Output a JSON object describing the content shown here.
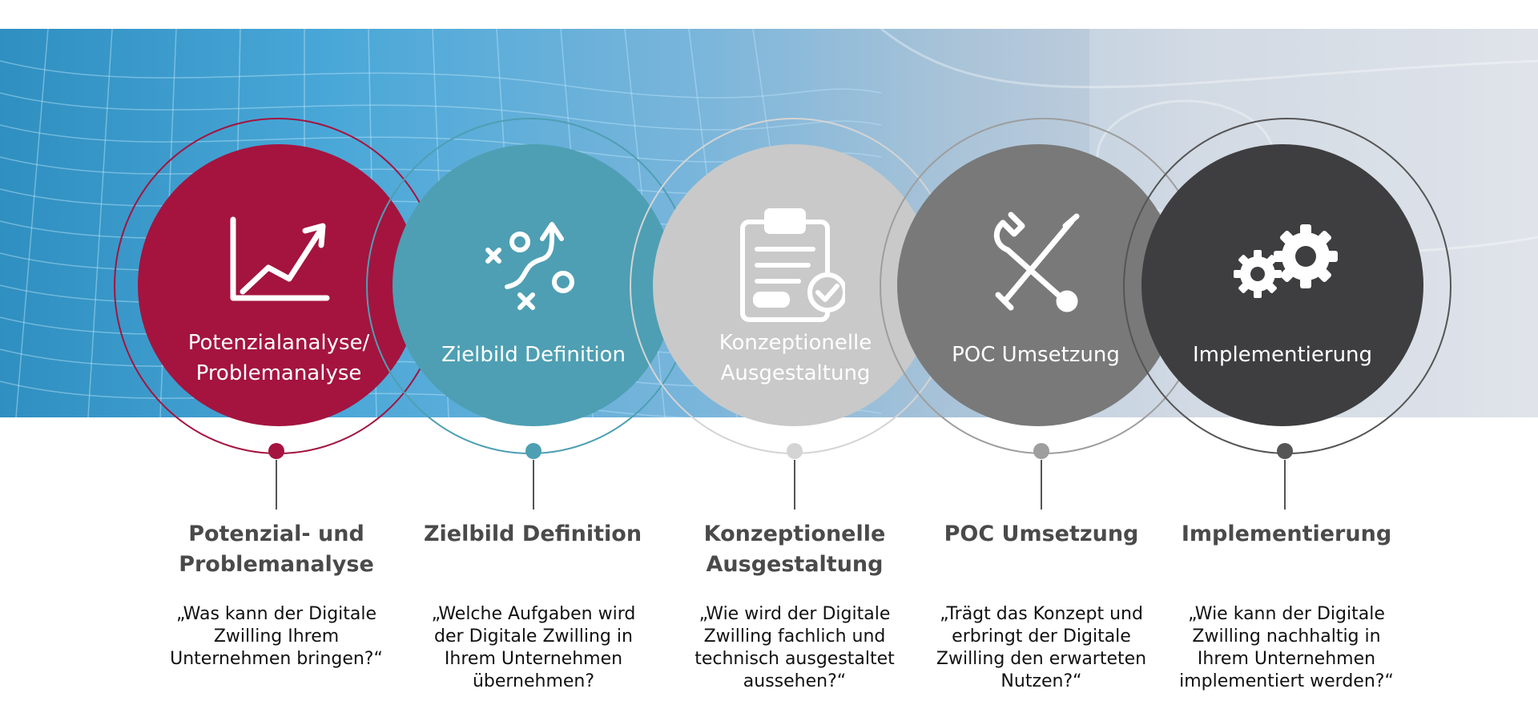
{
  "steps": [
    {
      "circle_label": "Potenzialanalyse/\nProblemanalyse",
      "icon": "line-chart-icon",
      "title": "Potenzial- und\nProblemanalyse",
      "question": "„Was kann der Digitale Zwilling Ihrem Unternehmen bringen?“",
      "color": "#a4143f",
      "ring_color": "#a4143f"
    },
    {
      "circle_label": "Zielbild Definition",
      "icon": "strategy-plan-icon",
      "title": "Zielbild Definition",
      "question": "„Welche Aufgaben wird der Digitale Zwilling in Ihrem Unternehmen übernehmen?",
      "color": "#4e9fb3",
      "ring_color": "#4e9fb3"
    },
    {
      "circle_label": "Konzeptionelle\nAusgestaltung",
      "icon": "clipboard-check-icon",
      "title": "Konzeptionelle\nAusgestaltung",
      "question": "„Wie wird der Digitale Zwilling fachlich und technisch ausgestaltet aussehen?“",
      "color": "#c9c9c9",
      "ring_color": "#d4d4d4"
    },
    {
      "circle_label": "POC Umsetzung",
      "icon": "tools-icon",
      "title": "POC Umsetzung",
      "question": "„Trägt das Konzept und erbringt der Digitale Zwilling den erwarteten Nutzen?“",
      "color": "#797979",
      "ring_color": "#9e9e9e"
    },
    {
      "circle_label": "Implementierung",
      "icon": "gears-icon",
      "title": "Implementierung",
      "question": "„Wie kann der Digitale Zwilling nachhaltig in Ihrem Unternehmen implementiert werden?“",
      "color": "#3e3e40",
      "ring_color": "#555555"
    }
  ]
}
